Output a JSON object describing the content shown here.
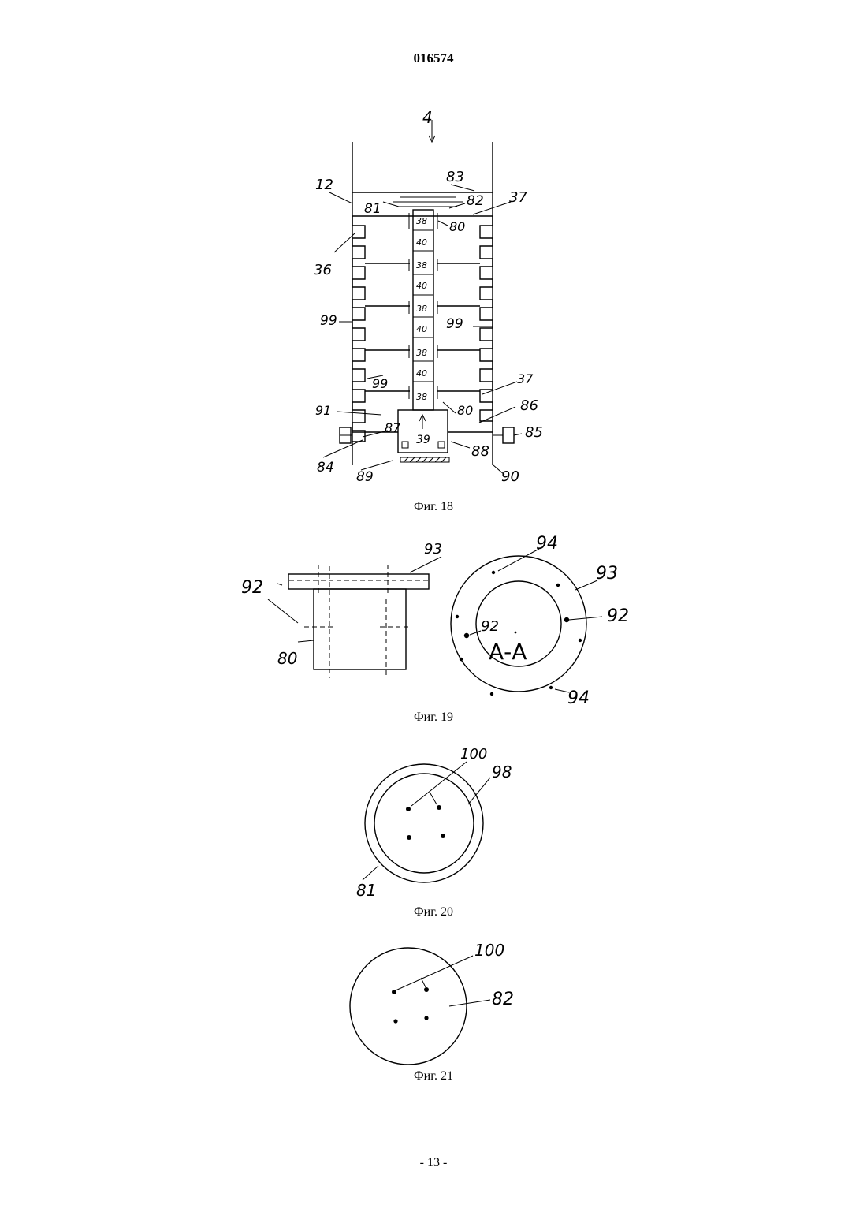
{
  "header": {
    "doc_number": "016574"
  },
  "footer": {
    "page_number": "- 13 -"
  },
  "figures": {
    "fig18": {
      "caption": "Фиг. 18",
      "labels": {
        "l4": "4",
        "l83": "83",
        "l12": "12",
        "l82": "82",
        "l37a": "37",
        "l81": "81",
        "l80a": "80",
        "l36": "36",
        "l99a": "99",
        "l99b": "99",
        "l99c": "99",
        "l37b": "37",
        "l91": "91",
        "l86": "86",
        "l80b": "80",
        "l87": "87",
        "l85": "85",
        "l39": "39",
        "l88": "88",
        "l84": "84",
        "l89": "89",
        "l90": "90"
      },
      "cells": [
        "38",
        "40",
        "38",
        "40",
        "38",
        "40",
        "38",
        "40",
        "38"
      ]
    },
    "fig19": {
      "caption": "Фиг. 19",
      "labels": {
        "l93a": "93",
        "l92a": "92",
        "l80": "80",
        "l94a": "94",
        "l93b": "93",
        "l92b": "92",
        "l92c": "92",
        "section": "А-А",
        "l94b": "94"
      }
    },
    "fig20": {
      "caption": "Фиг. 20",
      "labels": {
        "l100": "100",
        "l98": "98",
        "l81": "81"
      }
    },
    "fig21": {
      "caption": "Фиг. 21",
      "labels": {
        "l100": "100",
        "l82": "82"
      }
    }
  }
}
